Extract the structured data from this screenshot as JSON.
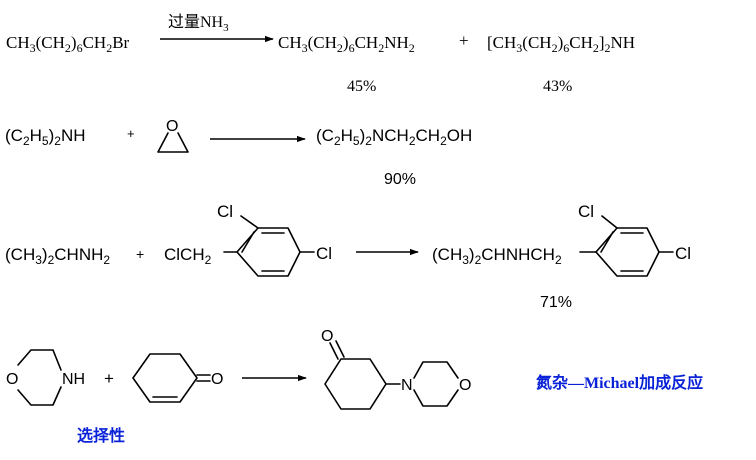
{
  "reaction1": {
    "reactant": [
      "CH",
      "3",
      "(CH",
      "2",
      ")",
      "6",
      "CH",
      "2",
      "Br"
    ],
    "reagent": [
      "过量NH",
      "3"
    ],
    "product1": [
      "CH",
      "3",
      "(CH",
      "2",
      ")",
      "6",
      "CH",
      "2",
      "NH",
      "2"
    ],
    "plus": "+",
    "product2": [
      "[CH",
      "3",
      "(CH",
      "2",
      ")",
      "6",
      "CH",
      "2",
      "]",
      "2",
      "NH"
    ],
    "yield1": "45%",
    "yield2": "43%"
  },
  "reaction2": {
    "reactant": [
      "(C",
      "2",
      "H",
      "5",
      ")",
      "2",
      "NH"
    ],
    "plus": "+",
    "epoxide_atom": "O",
    "product": [
      "(C",
      "2",
      "H",
      "5",
      ")",
      "2",
      "NCH",
      "2",
      "CH",
      "2",
      "OH"
    ],
    "yield": "90%"
  },
  "reaction3": {
    "reactant": [
      "(CH",
      "3",
      ")",
      "2",
      "CHNH",
      "2"
    ],
    "plus": "+",
    "reagent_prefix": [
      "ClCH",
      "2"
    ],
    "reagent_cl_top": "Cl",
    "reagent_cl_right": "Cl",
    "product_prefix": [
      "(CH",
      "3",
      ")",
      "2",
      "CHNHCH",
      "2"
    ],
    "product_cl_top": "Cl",
    "product_cl_right": "Cl",
    "yield": "71%"
  },
  "reaction4": {
    "morpholine_o": "O",
    "morpholine_nh": "NH",
    "plus": "+",
    "enone_o": "O",
    "product_o_ketone": "O",
    "product_n": "N",
    "product_o_ring": "O",
    "label_michael": "氮杂—Michael加成反应",
    "label_selectivity": "选择性"
  }
}
